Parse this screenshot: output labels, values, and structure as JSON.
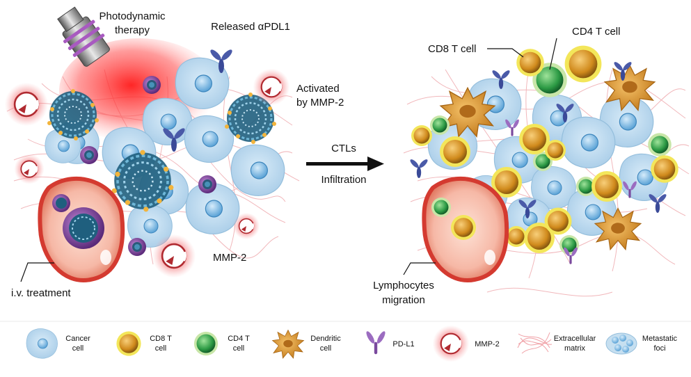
{
  "labels": {
    "photodynamic_line1": "Photodynamic",
    "photodynamic_line2": "therapy",
    "released_apdl1": "Released αPDL1",
    "activated_line1": "Activated",
    "activated_line2": "by MMP-2",
    "mmp2": "MMP-2",
    "iv_treatment": "i.v. treatment",
    "ctls": "CTLs",
    "infiltration": "Infiltration",
    "cd8_callout": "CD8 T cell",
    "cd4_callout": "CD4 T cell",
    "lymph_line1": "Lymphocytes",
    "lymph_line2": "migration"
  },
  "legend": [
    {
      "icon": "cancer-cell-icon",
      "line1": "Cancer",
      "line2": "cell"
    },
    {
      "icon": "cd8-t-cell-icon",
      "line1": "CD8 T",
      "line2": "cell"
    },
    {
      "icon": "cd4-t-cell-icon",
      "line1": "CD4 T",
      "line2": "cell"
    },
    {
      "icon": "dendritic-cell-icon",
      "line1": "Dendritic",
      "line2": "cell"
    },
    {
      "icon": "pd-l1-icon",
      "line1": "PD-L1",
      "line2": ""
    },
    {
      "icon": "mmp-2-icon",
      "line1": "MMP-2",
      "line2": ""
    },
    {
      "icon": "extracellular-matrix-icon",
      "line1": "Extracellular",
      "line2": "matrix"
    },
    {
      "icon": "metastatic-foci-icon",
      "line1": "Metastatic",
      "line2": "foci"
    }
  ],
  "colors": {
    "cancer_cell": "#c6dff0",
    "cancer_nucleus": "#7fb8e2",
    "cd8_core": "#d8901e",
    "cd8_ring": "#f3e65a",
    "cd4_core": "#2e9a45",
    "cd4_ring": "#c8e6a8",
    "dendritic": "#e2a545",
    "pdl1": "#8a5ca8",
    "mmp2_glow": "#e8404a",
    "vessel": "#d43a30",
    "matrix": "#f0b0b4",
    "nanoparticle": "#1f6b8c"
  }
}
